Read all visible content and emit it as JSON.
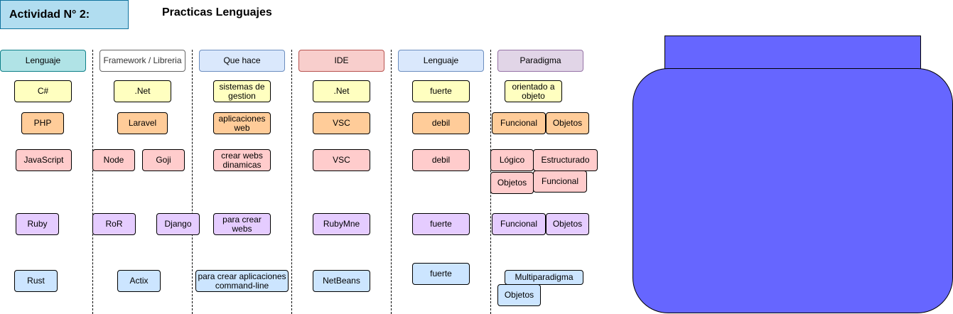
{
  "title": {
    "label": "Actividad N° 2:",
    "subtitle": "Practicas Lenguajes"
  },
  "headers": {
    "lenguaje": "Lenguaje",
    "framework": "Framework / Libreria",
    "que_hace": "Que hace",
    "ide": "IDE",
    "tipado": "Lenguaje",
    "paradigma": "Paradigma"
  },
  "rows": {
    "csharp": {
      "lang": "C#",
      "framework": ".Net",
      "purpose": "sistemas de gestion",
      "ide": ".Net",
      "typing": "fuerte",
      "paradigm": "orientado a objeto"
    },
    "php": {
      "lang": "PHP",
      "framework": "Laravel",
      "purpose": "aplicaciones web",
      "ide": "VSC",
      "typing": "debil",
      "paradigm_1": "Funcional",
      "paradigm_2": "Objetos"
    },
    "js": {
      "lang": "JavaScript",
      "framework_1": "Node",
      "framework_2": "Goji",
      "purpose": "crear webs dinamicas",
      "ide": "VSC",
      "typing": "debil",
      "paradigm_1": "Lógico",
      "paradigm_2": "Estructurado",
      "paradigm_3": "Objetos",
      "paradigm_4": "Funcional"
    },
    "ruby": {
      "lang": "Ruby",
      "framework_1": "RoR",
      "framework_2": "Django",
      "purpose": "para crear webs",
      "ide": "RubyMne",
      "typing": "fuerte",
      "paradigm_1": "Funcional",
      "paradigm_2": "Objetos"
    },
    "rust": {
      "lang": "Rust",
      "framework": "Actix",
      "purpose": "para crear aplicaciones command-line",
      "ide": "NetBeans",
      "typing": "fuerte",
      "paradigm_1": "Multiparadigma",
      "paradigm_2": "Objetos"
    }
  },
  "colors": {
    "title_fill": "#b1ddf0",
    "vessel_fill": "#6666ff",
    "row_csharp": "#ffffc0",
    "row_php": "#ffcc99",
    "row_js": "#ffcccc",
    "row_ruby": "#e5ccff",
    "row_rust": "#cce5ff"
  }
}
